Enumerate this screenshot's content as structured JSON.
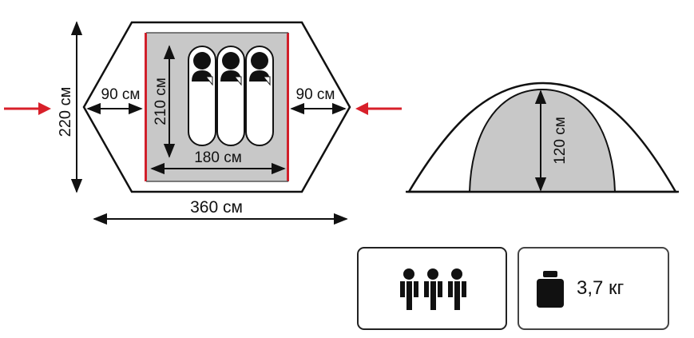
{
  "floor_plan": {
    "width_label": "360 см",
    "depth_label": "220 см",
    "vestibule_left_label": "90 см",
    "vestibule_right_label": "90 см",
    "inner_width_label": "180 см",
    "inner_length_label": "210 см",
    "sleeper_count": 3
  },
  "side_view": {
    "height_label": "120 см"
  },
  "specs": {
    "capacity_people": 3,
    "weight_label": "3,7 кг"
  },
  "colors": {
    "outline": "#111111",
    "inner_fill": "#c8c8c8",
    "inner_wall": "#d11f2a",
    "arrow": "#d8202a",
    "bag": "#ffffff",
    "icon": "#111111"
  },
  "icons": [
    "person-icon",
    "weight-icon",
    "entrance-arrow-icon"
  ]
}
